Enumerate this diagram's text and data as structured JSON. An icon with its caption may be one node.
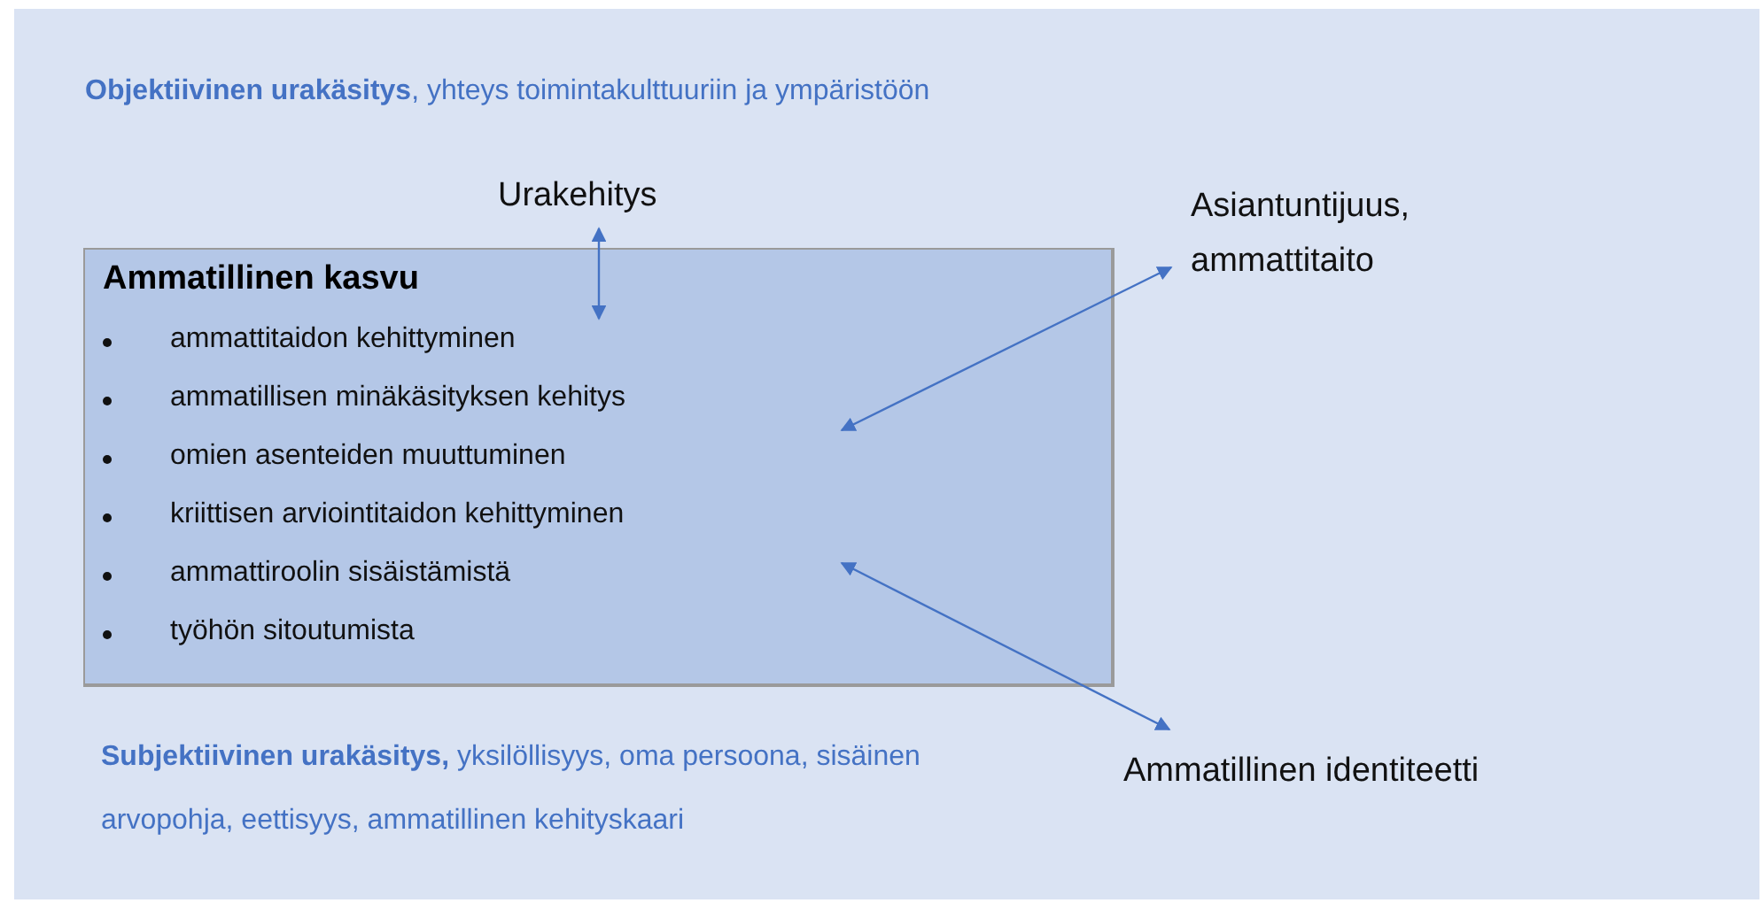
{
  "diagram": {
    "nodes": [
      {
        "text": [
          "Ammatillinen kasvu",
          "ammattitaidon kehittyminen",
          "ammatillisen minäkäsityksen kehitys",
          "omien asenteiden muuttuminen",
          "kriittisen arviointitaidon kehittyminen",
          "ammattiroolin sisäistämistä",
          "työhön sitoutumista"
        ]
      },
      {
        "text": [
          "Urakehitys"
        ]
      },
      {
        "text": [
          "Asiantuntijuus, ammattitaito"
        ]
      },
      {
        "text": [
          "Ammatillinen identiteetti"
        ]
      }
    ],
    "edges": [
      {
        "from": 1,
        "to": 0,
        "arrow": "both"
      },
      {
        "from": 2,
        "to": 0,
        "arrow": "both"
      },
      {
        "from": 3,
        "to": 0,
        "arrow": "both"
      }
    ],
    "labels": [
      "**Objektiivinen urakäsitys**, yhteys toimintakulttuuriin ja ympäristöön",
      "**Subjektiivinen urakäsitys,** yksilöllisyys, oma persoona, sisäinen arvopohja, eettisyys, ammatillinen kehityskaari"
    ]
  }
}
